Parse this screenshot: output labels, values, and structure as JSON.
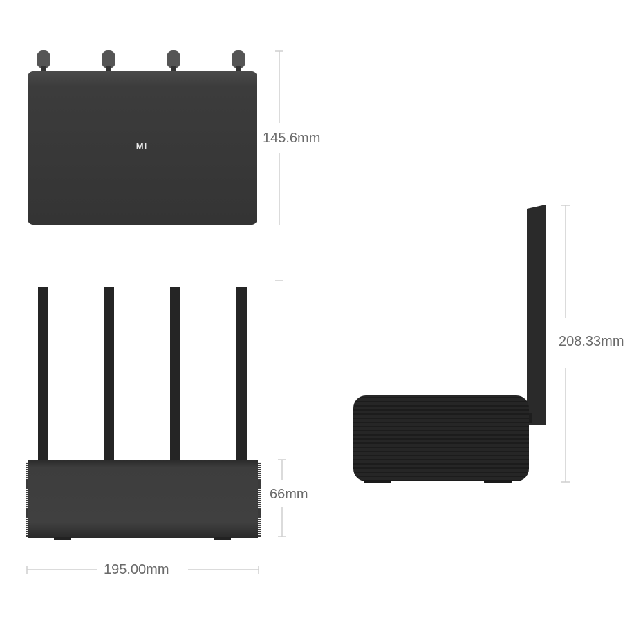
{
  "colors": {
    "body": "#3a3a3a",
    "antenna": "#252525",
    "dimension_line": "#cfcfcf",
    "label": "#6a6a6a"
  },
  "views": {
    "top": {
      "logo": "MI",
      "width_label": "145.6mm"
    },
    "front": {
      "height_label": "66mm",
      "width_label": "195.00mm"
    },
    "side": {
      "height_label": "208.33mm"
    }
  }
}
